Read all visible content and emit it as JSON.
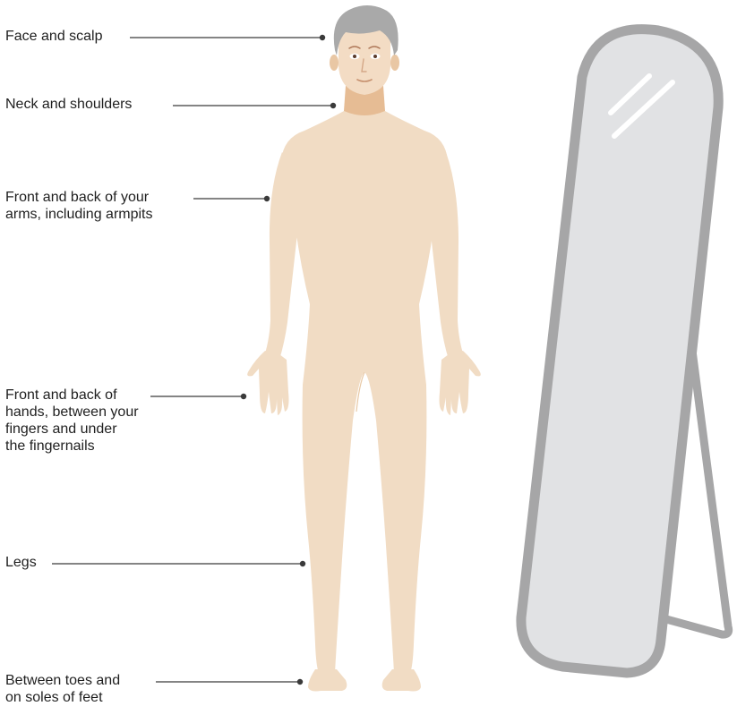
{
  "callouts": [
    {
      "id": "face",
      "label": "Face and scalp"
    },
    {
      "id": "neck",
      "label": "Neck and shoulders"
    },
    {
      "id": "arms",
      "label": "Front and back of your\narms, including armpits"
    },
    {
      "id": "hands",
      "label": "Front and back of\nhands, between your\nfingers and under\nthe fingernails"
    },
    {
      "id": "legs",
      "label": "Legs"
    },
    {
      "id": "feet",
      "label": "Between toes and\non soles of feet"
    }
  ],
  "colors": {
    "skin": "#f1dcc4",
    "skin_shadow": "#e8c9a6",
    "neck": "#e6bc94",
    "hair": "#a9a9a9",
    "mirror_frame": "#a6a6a7",
    "mirror_glass": "#e1e2e4",
    "leader": "#3a3a3a"
  },
  "icons": [
    "person-figure",
    "standing-mirror"
  ]
}
